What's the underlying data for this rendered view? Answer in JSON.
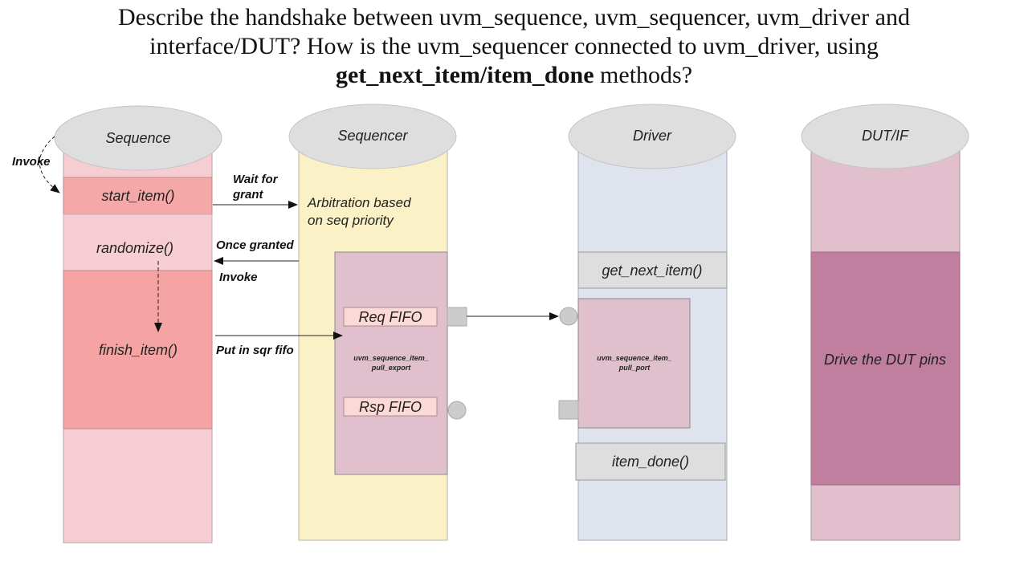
{
  "title": {
    "line1": "Describe the handshake between uvm_sequence, uvm_sequencer, uvm_driver and",
    "line2": "interface/DUT? How is the uvm_sequencer connected to uvm_driver, using",
    "line3_bold": "get_next_item/item_done",
    "line3_rest": " methods?"
  },
  "columns": {
    "sequence": "Sequence",
    "sequencer": "Sequencer",
    "driver": "Driver",
    "dut": "DUT/IF"
  },
  "sequence": {
    "start_item": "start_item()",
    "randomize": "randomize()",
    "finish_item": "finish_item()",
    "invoke": "Invoke"
  },
  "sequencer": {
    "arbitration_1": "Arbitration based",
    "arbitration_2": "on seq priority",
    "req_fifo": "Req FIFO",
    "rsp_fifo": "Rsp FIFO",
    "export_1": "uvm_sequence_item_",
    "export_2": "pull_export"
  },
  "driver": {
    "get_next_item": "get_next_item()",
    "item_done": "item_done()",
    "port_1": "uvm_sequence_item_",
    "port_2": "pull_port"
  },
  "dut": {
    "drive": "Drive the DUT pins"
  },
  "arrows": {
    "wait_1": "Wait for",
    "wait_2": "grant",
    "once_granted": "Once granted",
    "invoke": "Invoke",
    "put": "Put in sqr fifo"
  }
}
